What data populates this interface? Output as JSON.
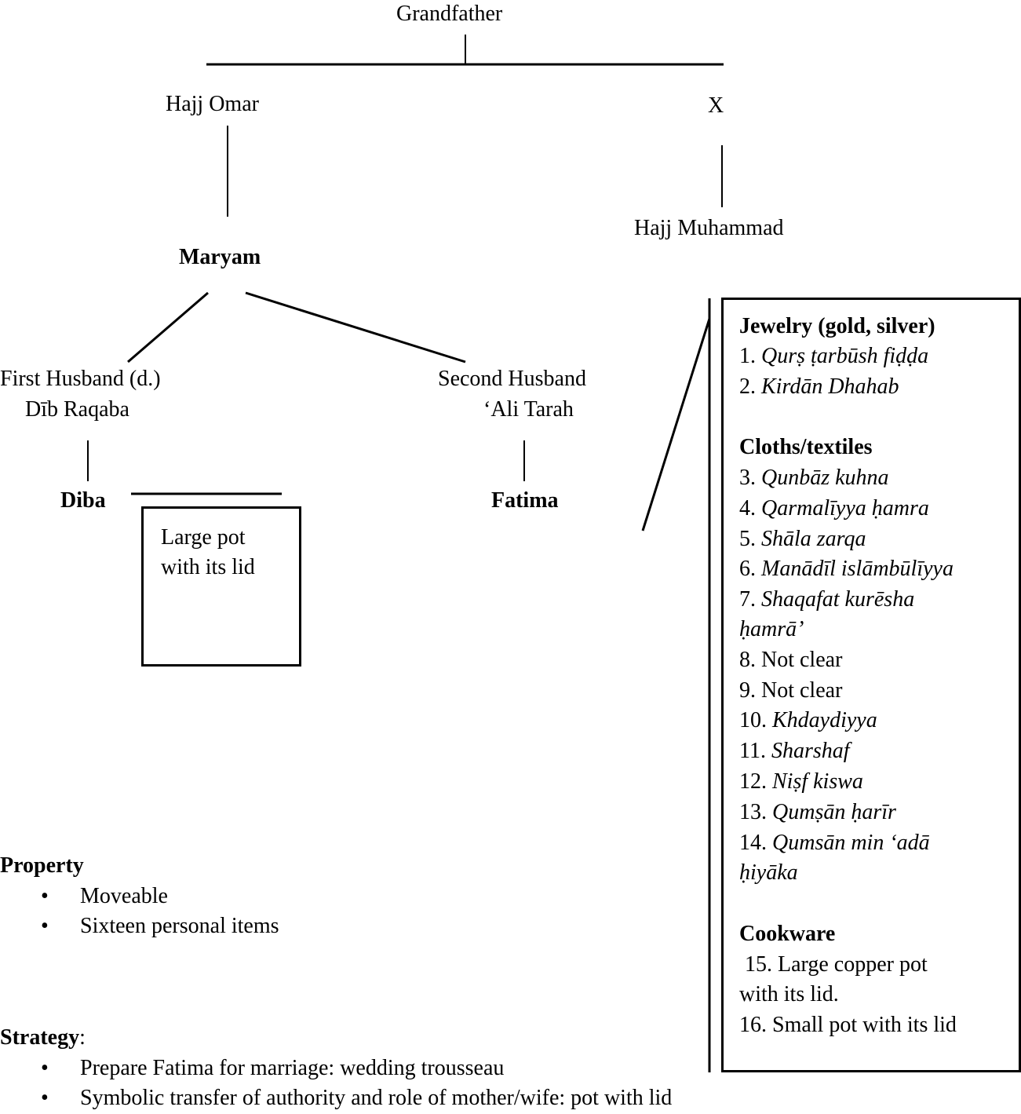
{
  "tree": {
    "grandfather": "Grandfather",
    "hajj_omar": "Hajj Omar",
    "x": "X",
    "hajj_muhammad": "Hajj Muhammad",
    "maryam": "Maryam",
    "first_husband_line1": "First Husband  (d.)",
    "first_husband_line2": "Dīb Raqaba",
    "second_husband_line1": "Second Husband",
    "second_husband_line2": "‘Ali Tarah",
    "diba": "Diba",
    "fatima": "Fatima"
  },
  "pot_box": {
    "line1": "Large pot",
    "line2": "with its lid"
  },
  "items_box": {
    "jewelry_heading": "Jewelry (gold, silver)",
    "jewelry": [
      {
        "num": "1.",
        "name": "Qurṣ ṭarbūsh fiḍḍa"
      },
      {
        "num": "2.",
        "name": "Kirdān Dhahab"
      }
    ],
    "cloths_heading": "Cloths/textiles",
    "cloths": [
      {
        "num": "3.",
        "name": "Qunbāz kuhna"
      },
      {
        "num": "4.",
        "name": "Qarmalīyya ḥamra"
      },
      {
        "num": "5.",
        "name": "Shāla zarqa"
      },
      {
        "num": "6.",
        "name": "Manādīl islāmbūlīyya"
      },
      {
        "num": "7.",
        "name": "Shaqafat kurēsha",
        "cont": "ḥamrā’"
      },
      {
        "num": "8.",
        "plain": "Not clear"
      },
      {
        "num": "9.",
        "plain": "Not clear"
      },
      {
        "num": "10.",
        "name": "Khdaydiyya"
      },
      {
        "num": "11.",
        "name": "Sharshaf"
      },
      {
        "num": "12.",
        "name": "Niṣf kiswa"
      },
      {
        "num": "13.",
        "name": "Qumṣān ḥarīr"
      },
      {
        "num": "14.",
        "name": "Qumsān min ‘adā",
        "cont": "ḥiyāka"
      }
    ],
    "cookware_heading": "Cookware",
    "cookware": [
      {
        "line1": " 15. Large copper pot",
        "line2": "with its lid."
      },
      {
        "line1": "16. Small pot with its lid"
      }
    ]
  },
  "property": {
    "heading": "Property",
    "items": [
      "Moveable",
      "Sixteen personal items"
    ]
  },
  "strategy": {
    "heading": "Strategy",
    "colon": ":",
    "items": [
      "Prepare Fatima for marriage: wedding trousseau",
      "Symbolic transfer of authority and role of mother/wife: pot with lid"
    ]
  },
  "bullet_glyph": "•"
}
